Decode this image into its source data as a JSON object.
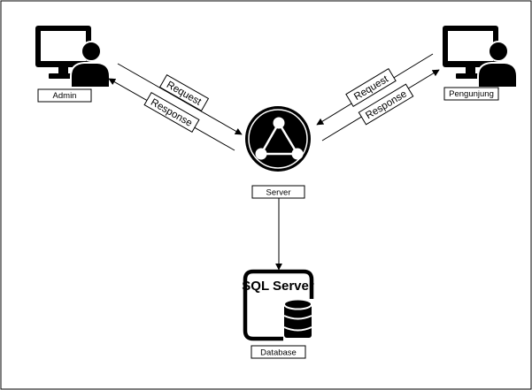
{
  "nodes": {
    "admin": {
      "label": "Admin"
    },
    "pengunjung": {
      "label": "Pengunjung"
    },
    "server": {
      "label": "Server"
    },
    "database": {
      "label": "Database",
      "product_name": "SQL Server"
    }
  },
  "edges": {
    "admin_request": {
      "label": "Request"
    },
    "admin_response": {
      "label": "Response"
    },
    "pengunjung_request": {
      "label": "Request"
    },
    "pengunjung_response": {
      "label": "Response"
    }
  },
  "icons": {
    "user_workstation": "computer-user-icon",
    "server": "server-network-icon",
    "database": "database-icon"
  },
  "colors": {
    "stroke": "#000000",
    "fill_dark": "#000000",
    "background": "#ffffff"
  }
}
